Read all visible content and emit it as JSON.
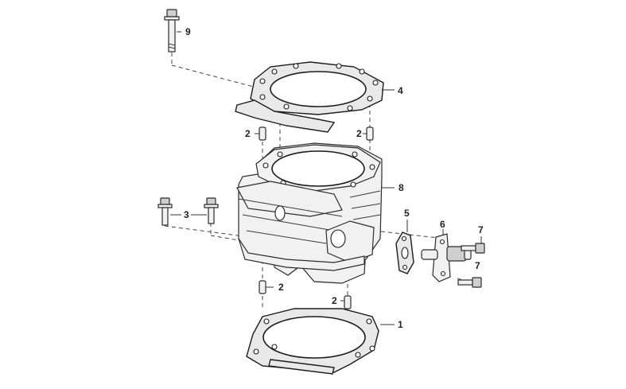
{
  "callouts": {
    "c1": "1",
    "c2a": "2",
    "c2b": "2",
    "c2c": "2",
    "c2d": "2",
    "c3": "3",
    "c4": "4",
    "c5": "5",
    "c6": "6",
    "c7a": "7",
    "c7b": "7",
    "c8": "8",
    "c9": "9"
  }
}
